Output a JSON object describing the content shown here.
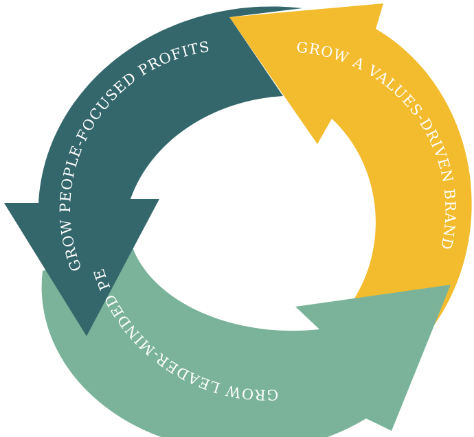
{
  "diagram": {
    "arrows": [
      {
        "id": "brand",
        "label": "GROW A VALUES-DRIVEN BRAND",
        "color": "#F3BC2E"
      },
      {
        "id": "profits",
        "label": "GROW PEOPLE-FOCUSED PROFITS",
        "color": "#34676B"
      },
      {
        "id": "people",
        "label": "GROW LEADER-MINDED PEOPLE",
        "color": "#7AB39A"
      }
    ]
  }
}
